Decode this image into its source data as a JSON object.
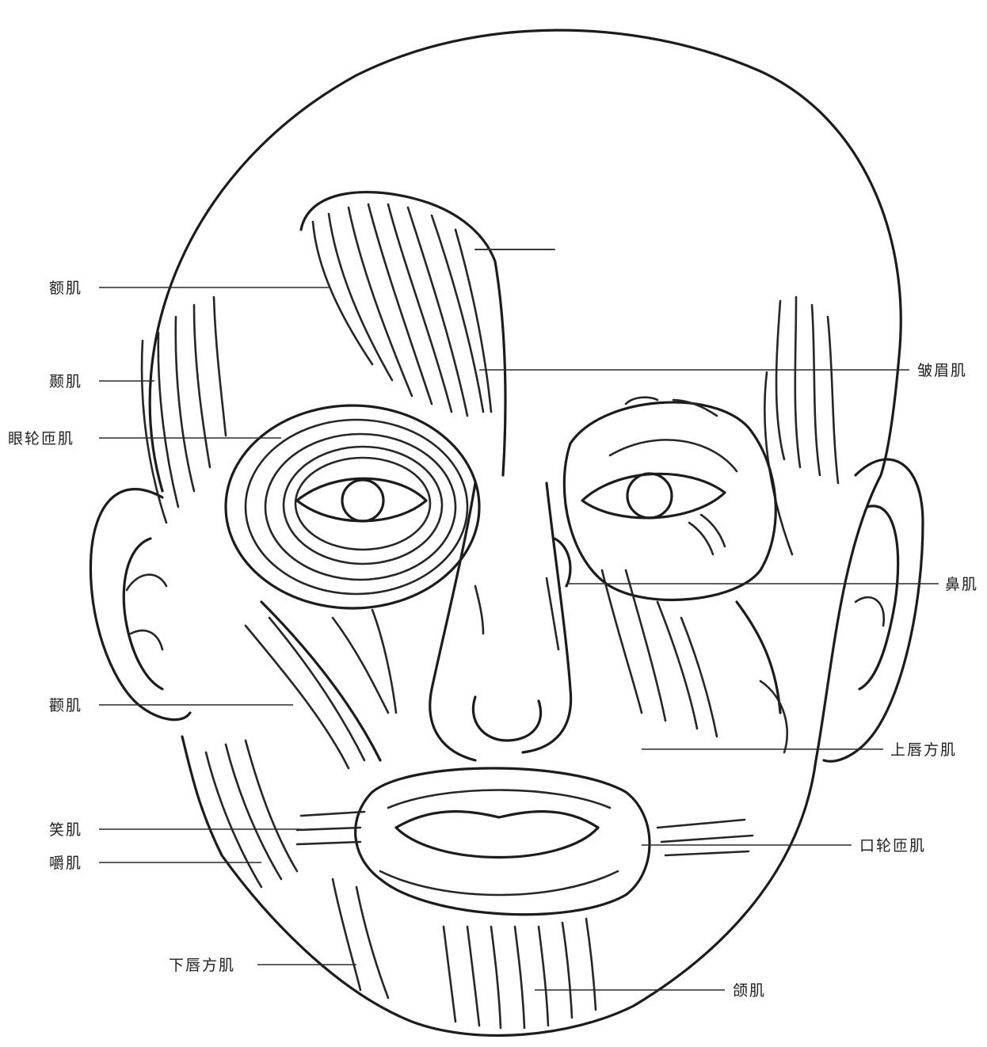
{
  "figure": {
    "subject": "facial-muscles-front-view",
    "labels": [
      {
        "id": "frontalis",
        "text": "额肌",
        "side": "left"
      },
      {
        "id": "temporalis",
        "text": "颞肌",
        "side": "left"
      },
      {
        "id": "orbicularis-oculi",
        "text": "眼轮匝肌",
        "side": "left"
      },
      {
        "id": "zygomaticus",
        "text": "颧肌",
        "side": "left"
      },
      {
        "id": "risorius",
        "text": "笑肌",
        "side": "left"
      },
      {
        "id": "masseter",
        "text": "嚼肌",
        "side": "left"
      },
      {
        "id": "depressor-labii-inferioris",
        "text": "下唇方肌",
        "side": "left"
      },
      {
        "id": "corrugator",
        "text": "皱眉肌",
        "side": "right"
      },
      {
        "id": "nasalis",
        "text": "鼻肌",
        "side": "right"
      },
      {
        "id": "quadratus-labii-superioris",
        "text": "上唇方肌",
        "side": "right"
      },
      {
        "id": "orbicularis-oris",
        "text": "口轮匝肌",
        "side": "right"
      },
      {
        "id": "mentalis",
        "text": "颌肌",
        "side": "right"
      }
    ]
  },
  "colors": {
    "ink": "#1c1c1c",
    "paper": "#ffffff"
  }
}
